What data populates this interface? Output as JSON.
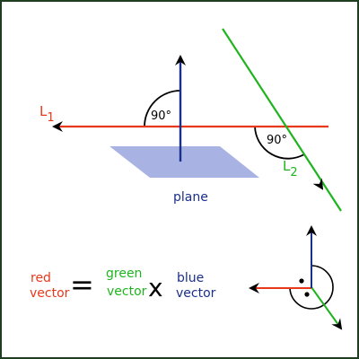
{
  "labels": {
    "L1": {
      "letter": "L",
      "sub": "1"
    },
    "L2": {
      "letter": "L",
      "sub": "2"
    },
    "angle_top": "90°",
    "angle_right": "90°",
    "plane": "plane"
  },
  "equation": {
    "red": [
      "red",
      "vector"
    ],
    "equals": "=",
    "green": [
      "green",
      "vector"
    ],
    "times": "x",
    "blue": [
      "blue",
      "vector"
    ]
  },
  "colors": {
    "red": "#e8381c",
    "green": "#1fb41f",
    "blue": "#1a2f8a",
    "plane": "#a9b3e3",
    "stroke": "#000000"
  }
}
